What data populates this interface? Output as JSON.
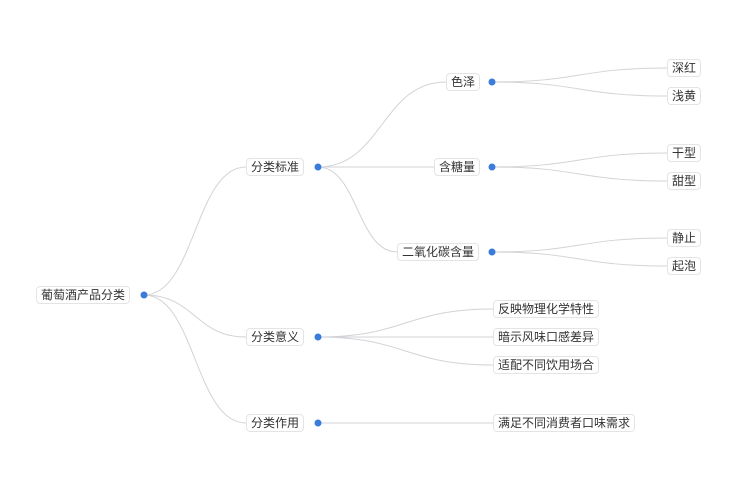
{
  "mindmap": {
    "root": {
      "label": "葡萄酒产品分类",
      "children": [
        {
          "label": "分类标准",
          "children": [
            {
              "label": "色泽",
              "children": [
                {
                  "label": "深红"
                },
                {
                  "label": "浅黄"
                }
              ]
            },
            {
              "label": "含糖量",
              "children": [
                {
                  "label": "干型"
                },
                {
                  "label": "甜型"
                }
              ]
            },
            {
              "label": "二氧化碳含量",
              "children": [
                {
                  "label": "静止"
                },
                {
                  "label": "起泡"
                }
              ]
            }
          ]
        },
        {
          "label": "分类意义",
          "children": [
            {
              "label": "反映物理化学特性"
            },
            {
              "label": "暗示风味口感差异"
            },
            {
              "label": "适配不同饮用场合"
            }
          ]
        },
        {
          "label": "分类作用",
          "children": [
            {
              "label": "满足不同消费者口味需求"
            }
          ]
        }
      ]
    },
    "colors": {
      "edge": "#d3d3d7",
      "dot": "#3a7bdc",
      "label_border": "#e4e4e4",
      "text": "#333333"
    }
  }
}
